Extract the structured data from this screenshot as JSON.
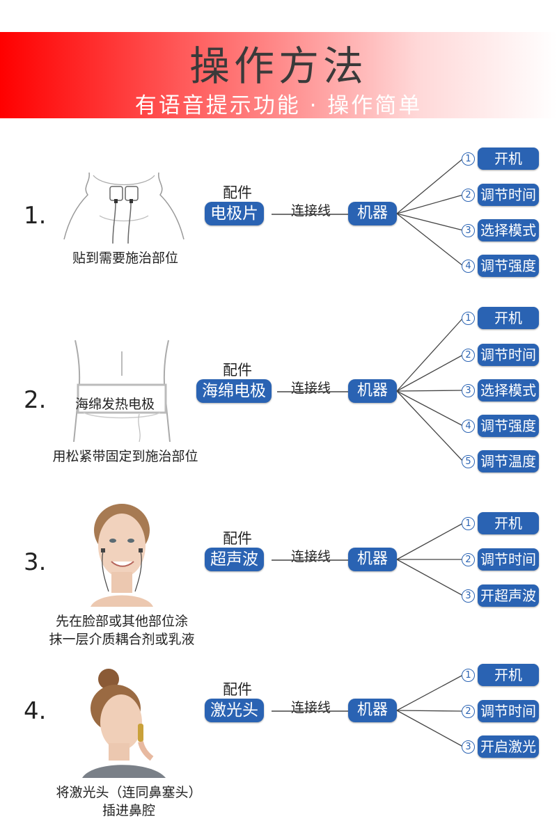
{
  "header": {
    "title": "操作方法",
    "subtitle": "有语音提示功能 · 操作简单"
  },
  "common": {
    "accessory_label": "配件",
    "cable_label": "连接线",
    "machine_label": "机器"
  },
  "sections": [
    {
      "number": "1.",
      "accessory": "电极片",
      "caption_lines": [
        "贴到需要施治部位"
      ],
      "overlay": "",
      "options": [
        {
          "marker": "1",
          "label": "开机"
        },
        {
          "marker": "2",
          "label": "调节时间"
        },
        {
          "marker": "3",
          "label": "选择模式"
        },
        {
          "marker": "4",
          "label": "调节强度"
        }
      ]
    },
    {
      "number": "2.",
      "accessory": "海绵电极",
      "caption_lines": [
        "用松紧带固定到施治部位"
      ],
      "overlay": "海绵发热电极",
      "options": [
        {
          "marker": "1",
          "label": "开机"
        },
        {
          "marker": "2",
          "label": "调节时间"
        },
        {
          "marker": "3",
          "label": "选择模式"
        },
        {
          "marker": "4",
          "label": "调节强度"
        },
        {
          "marker": "5",
          "label": "调节温度"
        }
      ]
    },
    {
      "number": "3.",
      "accessory": "超声波",
      "caption_lines": [
        "先在脸部或其他部位涂",
        "抹一层介质耦合剂或乳液"
      ],
      "overlay": "",
      "options": [
        {
          "marker": "1",
          "label": "开机"
        },
        {
          "marker": "2",
          "label": "调节时间"
        },
        {
          "marker": "3",
          "label": "开超声波"
        }
      ]
    },
    {
      "number": "4.",
      "accessory": "激光头",
      "caption_lines": [
        "将激光头（连同鼻塞头）",
        "插进鼻腔"
      ],
      "overlay": "",
      "options": [
        {
          "marker": "1",
          "label": "开机"
        },
        {
          "marker": "2",
          "label": "调节时间"
        },
        {
          "marker": "3",
          "label": "开启激光"
        }
      ]
    }
  ],
  "colors": {
    "pill_blue": "#2a63b3",
    "banner_red": "#ff0000"
  },
  "icons": [
    "neck-electrode-illustration",
    "waist-belt-illustration",
    "face-ultrasound-photo",
    "nose-laser-photo"
  ]
}
